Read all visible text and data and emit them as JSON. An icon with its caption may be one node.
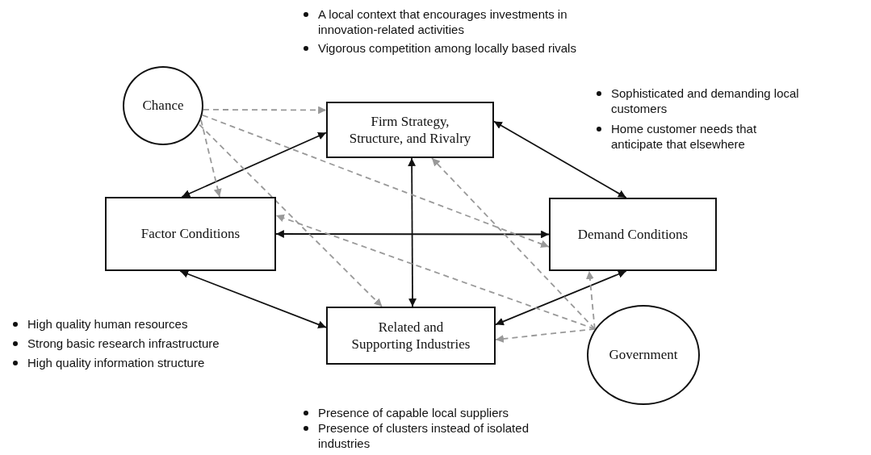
{
  "diagram": {
    "nodes": [
      {
        "text": [
          "Chance"
        ]
      },
      {
        "text": [
          "Firm Strategy, Structure, and Rivalry"
        ]
      },
      {
        "text": [
          "Factor Conditions"
        ]
      },
      {
        "text": [
          "Demand Conditions"
        ]
      },
      {
        "text": [
          "Related and Supporting Industries"
        ]
      },
      {
        "text": [
          "Government"
        ]
      }
    ],
    "edges": [
      {
        "from": 1,
        "to": 2,
        "arrow": "both",
        "color": "#111111"
      },
      {
        "from": 1,
        "to": 3,
        "arrow": "both",
        "color": "#111111"
      },
      {
        "from": 2,
        "to": 3,
        "arrow": "both",
        "color": "#111111"
      },
      {
        "from": 2,
        "to": 4,
        "arrow": "both",
        "color": "#111111"
      },
      {
        "from": 1,
        "to": 4,
        "arrow": "both",
        "color": "#111111"
      },
      {
        "from": 4,
        "to": 3,
        "arrow": "both",
        "color": "#111111"
      },
      {
        "from": 0,
        "to": 1,
        "arrow": "to",
        "style": "dashed",
        "color": "#999999"
      },
      {
        "from": 0,
        "to": 2,
        "arrow": "to",
        "style": "dashed",
        "color": "#999999"
      },
      {
        "from": 0,
        "to": 4,
        "arrow": "to",
        "style": "dashed",
        "color": "#999999"
      },
      {
        "from": 0,
        "to": 3,
        "arrow": "to",
        "style": "dashed",
        "color": "#999999"
      },
      {
        "from": 5,
        "to": 2,
        "arrow": "to",
        "style": "dashed",
        "color": "#999999"
      },
      {
        "from": 5,
        "to": 1,
        "arrow": "to",
        "style": "dashed",
        "color": "#999999"
      },
      {
        "from": 5,
        "to": 3,
        "arrow": "to",
        "style": "dashed",
        "color": "#999999"
      },
      {
        "from": 5,
        "to": 4,
        "arrow": "to",
        "style": "dashed",
        "color": "#999999"
      }
    ],
    "labels": [
      "A local context that encourages investments in innovation-related activities",
      "Vigorous competition among locally based rivals",
      "Sophisticated and demanding local customers",
      "Home customer needs that anticipate that elsewhere",
      "High quality human resources",
      "Strong basic research infrastructure",
      "High quality information structure",
      "Presence of capable local suppliers",
      "Presence of clusters instead of isolated industries"
    ]
  }
}
